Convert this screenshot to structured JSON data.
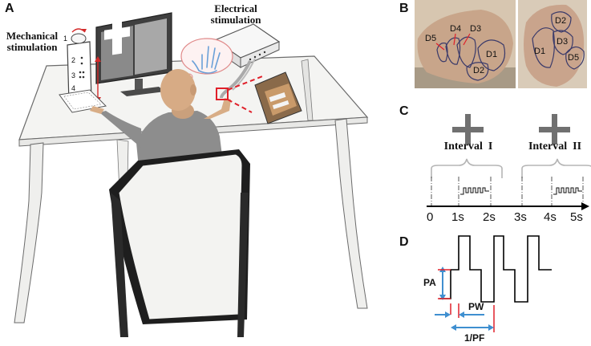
{
  "panels": {
    "a": "A",
    "b": "B",
    "c": "C",
    "d": "D"
  },
  "panel_a": {
    "mechanical_line1": "Mechanical",
    "mechanical_line2": "stimulation",
    "electrical_line1": "Electrical",
    "electrical_line2": "stimulation",
    "probe_numbers": [
      "1",
      "2",
      "3",
      "4"
    ]
  },
  "panel_b": {
    "left_digits": [
      "D5",
      "D4",
      "D3",
      "D1",
      "D2"
    ],
    "right_digits": [
      "D2",
      "D3",
      "D1",
      "D5"
    ]
  },
  "panel_c": {
    "interval_1": "Interval  I",
    "interval_2": "Interval  II",
    "time_ticks": [
      "0",
      "1s",
      "2s",
      "3s",
      "4s",
      "5s"
    ]
  },
  "panel_d": {
    "pa": "PA",
    "pw": "PW",
    "pf": "1/PF"
  },
  "colors": {
    "accent_red": "#e0202a",
    "arrow_blue": "#3f8fd0",
    "stump_outline": "#3a3a6a"
  }
}
